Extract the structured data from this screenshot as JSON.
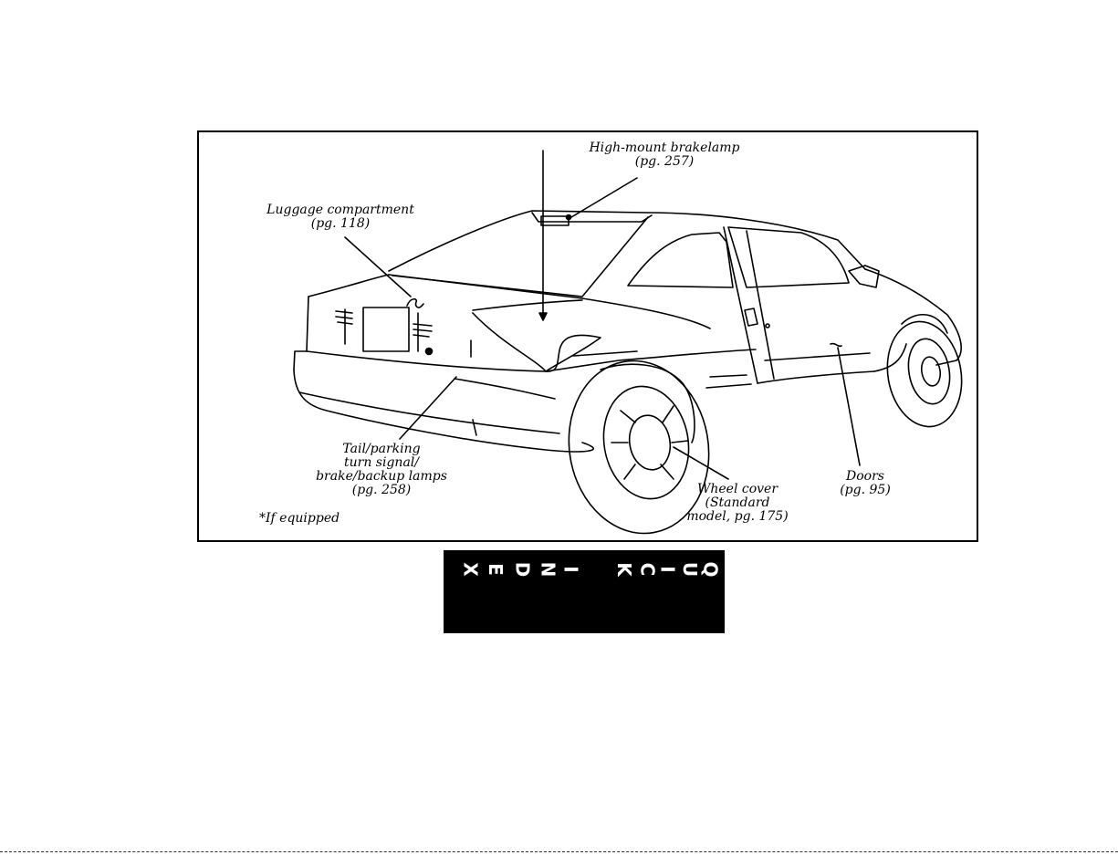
{
  "figure": {
    "callouts": {
      "high_mount": {
        "line1": "High-mount brakelamp",
        "line2": "(pg. 257)"
      },
      "luggage": {
        "line1": "Luggage compartment",
        "line2": "(pg. 118)"
      },
      "tail": {
        "line1": "Tail/parking",
        "line2": "turn signal/",
        "line3": "brake/backup lamps",
        "line4": "(pg. 258)"
      },
      "wheel": {
        "line1": "Wheel cover",
        "line2": "(Standard",
        "line3": "model, pg. 175)"
      },
      "doors": {
        "line1": "Doors",
        "line2": "(pg. 95)"
      }
    },
    "footnote": "*If equipped"
  },
  "index_tab": {
    "letters": [
      "Q",
      "U",
      "I",
      "C",
      "K",
      "I",
      "N",
      "D",
      "E",
      "X"
    ],
    "background": "#000000",
    "text_color": "#ffffff"
  }
}
